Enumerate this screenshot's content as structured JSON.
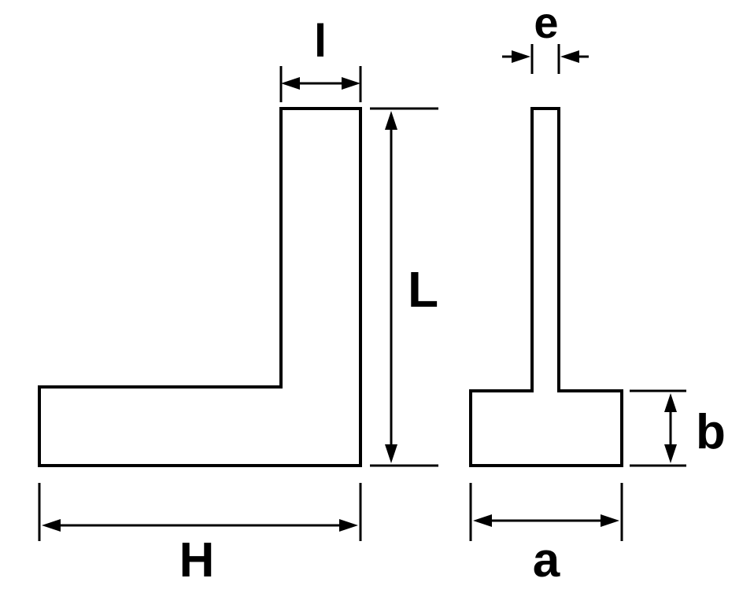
{
  "diagram": {
    "type": "technical-drawing",
    "subject": "flat-angle-square-two-views",
    "background_color": "#ffffff",
    "line_color": "#000000",
    "views": {
      "front": {
        "label": "front-view-l-profile",
        "dimensions": {
          "blade_width": "l",
          "blade_length": "L",
          "base_length": "H"
        }
      },
      "side": {
        "label": "side-view-t-profile",
        "dimensions": {
          "blade_thickness": "e",
          "base_height": "b",
          "base_width": "a"
        }
      }
    }
  }
}
